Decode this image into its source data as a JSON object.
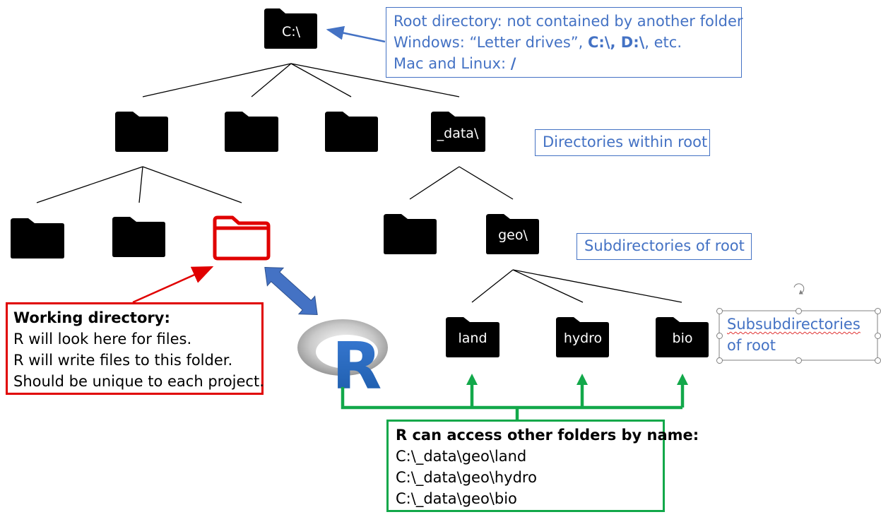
{
  "root_folder": {
    "label": "C:\\"
  },
  "data_folder": {
    "label": "_data\\"
  },
  "geo_folder": {
    "label": "geo\\"
  },
  "leaf_folders": {
    "land": "land",
    "hydro": "hydro",
    "bio": "bio"
  },
  "root_note": {
    "line1": "Root directory: not contained by another folder",
    "line2_prefix": "Windows: “Letter drives”, ",
    "line2_bold": "C:\\, D:\\",
    "line2_suffix": ", etc.",
    "line3_prefix": "Mac and Linux: ",
    "line3_bold": "/"
  },
  "level1_note": {
    "text": "Directories within root"
  },
  "level2_note": {
    "text": "Subdirectories of root"
  },
  "level3_note": {
    "line1": "Subsubdirectories",
    "line2": "of root"
  },
  "working_dir_note": {
    "title": "Working directory:",
    "lines": [
      "R will look here for files.",
      "R will write files to this folder.",
      "Should be unique to each project."
    ]
  },
  "access_note": {
    "title": "R can access other folders by name:",
    "paths": [
      "C:\\_data\\geo\\land",
      "C:\\_data\\geo\\hydro",
      "C:\\_data\\geo\\bio"
    ]
  },
  "r_logo": {
    "letter": "R"
  },
  "colors": {
    "note_blue": "#4472c4",
    "working_red": "#e00000",
    "access_green": "#12a84a",
    "folder_black": "#000000",
    "arrow_blue": "#4472c4"
  }
}
